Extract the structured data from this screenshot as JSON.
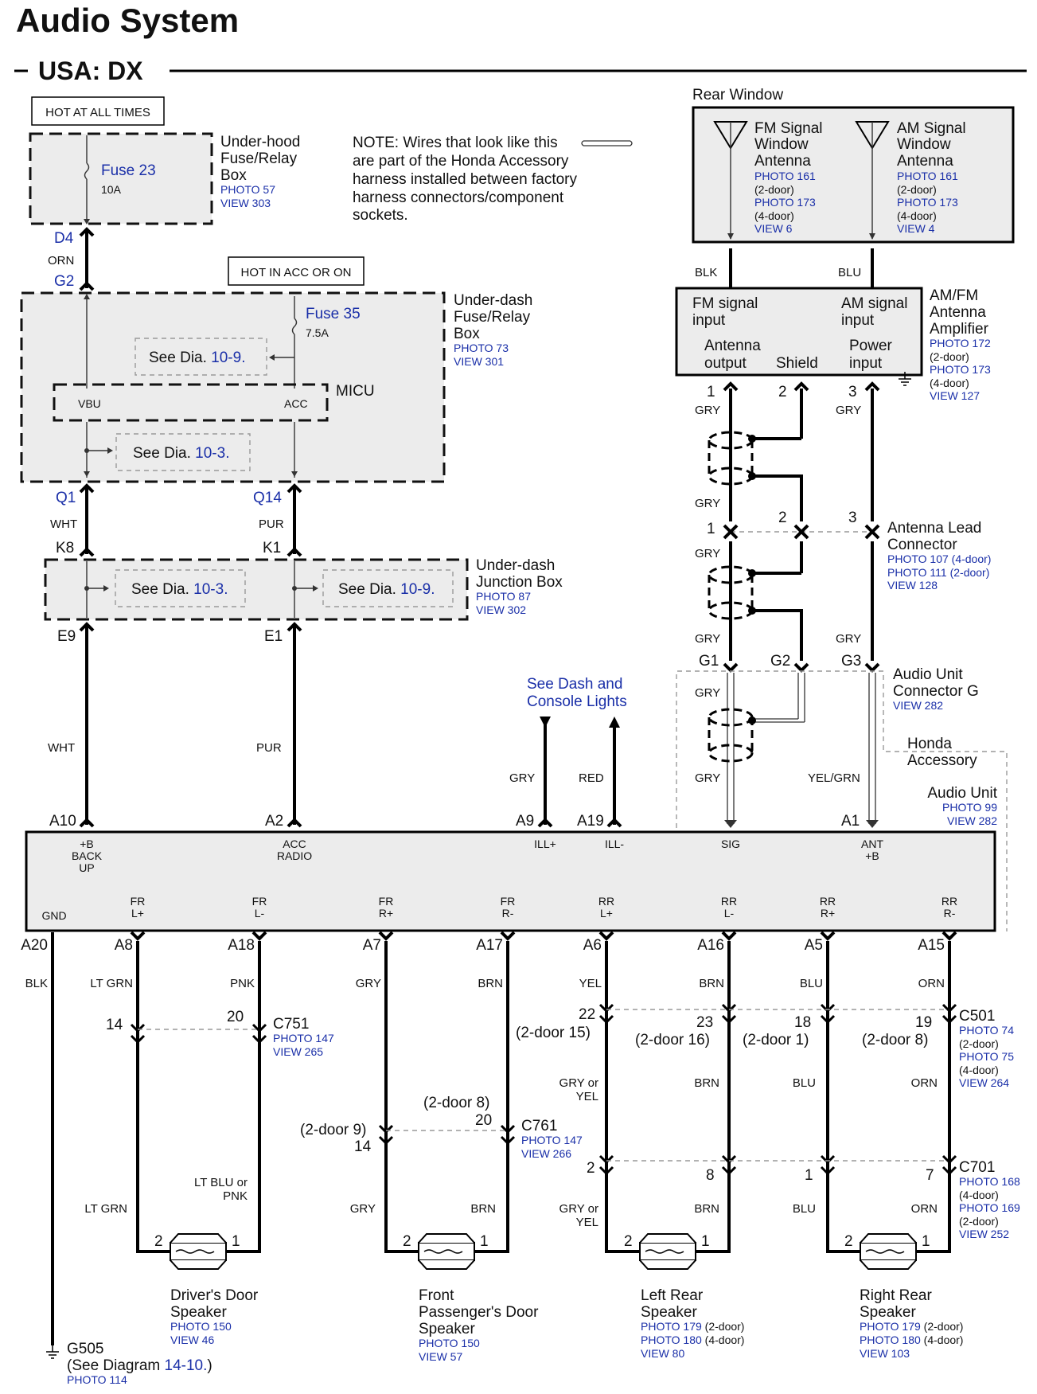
{
  "title": "Audio System",
  "subtitle": "USA: DX",
  "note": {
    "lines": [
      "NOTE: Wires that look like this",
      "are part of the Honda Accessory",
      "harness installed between factory",
      "harness connectors/component",
      "sockets."
    ]
  },
  "hot_labels": {
    "always": "HOT AT ALL TIMES",
    "acc": "HOT IN ACC OR ON"
  },
  "fuse23": {
    "name": "Fuse 23",
    "amp": "10A"
  },
  "fuse35": {
    "name": "Fuse 35",
    "amp": "7.5A"
  },
  "underhood_box": {
    "l1": "Under-hood",
    "l2": "Fuse/Relay",
    "l3": "Box",
    "photo": "PHOTO 57",
    "view": "VIEW 303"
  },
  "underdash_box": {
    "l1": "Under-dash",
    "l2": "Fuse/Relay",
    "l3": "Box",
    "photo": "PHOTO 73",
    "view": "VIEW 301"
  },
  "micu": {
    "label": "MICU",
    "vbu": "VBU",
    "acc": "ACC"
  },
  "see": {
    "see": "See",
    "dia": "Dia.",
    "d109": "10-9.",
    "d103": "10-3."
  },
  "junction_box": {
    "l1": "Under-dash",
    "l2": "Junction Box",
    "photo": "PHOTO 87",
    "view": "VIEW 302"
  },
  "pins": {
    "d4": "D4",
    "g2": "G2",
    "q1": "Q1",
    "q14": "Q14",
    "k8": "K8",
    "k1": "K1",
    "e9": "E9",
    "e1": "E1"
  },
  "colors": {
    "orn": "ORN",
    "wht": "WHT",
    "pur": "PUR",
    "gry": "GRY",
    "red": "RED",
    "blk": "BLK",
    "blu": "BLU",
    "yelgrn": "YEL/GRN"
  },
  "rear_window": {
    "label": "Rear Window",
    "fm": {
      "l1": "FM Signal",
      "l2": "Window",
      "l3": "Antenna",
      "p1": "PHOTO 161",
      "p1n": "(2-door)",
      "p2": "PHOTO 173",
      "p2n": "(4-door)",
      "view": "VIEW 6"
    },
    "am": {
      "l1": "AM Signal",
      "l2": "Window",
      "l3": "Antenna",
      "p1": "PHOTO 161",
      "p1n": "(2-door)",
      "p2": "PHOTO 173",
      "p2n": "(4-door)",
      "view": "VIEW 4"
    }
  },
  "amplifier": {
    "fm1": "FM signal",
    "fm2": "input",
    "am1": "AM signal",
    "am2": "input",
    "ao1": "Antenna",
    "ao2": "output",
    "shield": "Shield",
    "pw1": "Power",
    "pw2": "input",
    "n1": "AM/FM",
    "n2": "Antenna",
    "n3": "Amplifier",
    "p1": "PHOTO 172",
    "p1n": "(2-door)",
    "p2": "PHOTO 173",
    "p2n": "(4-door)",
    "view": "VIEW 127",
    "pin1": "1",
    "pin2": "2",
    "pin3": "3"
  },
  "lead_conn": {
    "l1": "Antenna Lead",
    "l2": "Connector",
    "p1": "PHOTO 107 (4-door)",
    "p2": "PHOTO 111 (2-door)",
    "view": "VIEW 128",
    "pin1": "1",
    "pin2": "2",
    "pin3": "3"
  },
  "conn_g": {
    "l1": "Audio Unit",
    "l2": "Connector G",
    "view": "VIEW 282",
    "g1": "G1",
    "g2": "G2",
    "g3": "G3"
  },
  "honda_acc": {
    "l1": "Honda",
    "l2": "Accessory"
  },
  "dash_lights": {
    "l1": "See Dash and",
    "l2": "Console Lights"
  },
  "audio_unit": {
    "label": "Audio Unit",
    "photo": "PHOTO 99",
    "view": "VIEW 282",
    "pins_top": [
      "A10",
      "A2",
      "A9",
      "A19",
      "A1"
    ],
    "backup": [
      "+B",
      "BACK",
      "UP"
    ],
    "acc_radio": [
      "ACC",
      "RADIO"
    ],
    "ill_p": "ILL+",
    "ill_m": "ILL-",
    "sig": "SIG",
    "ant": [
      "ANT",
      "+B"
    ],
    "gnd": "GND",
    "bottom_terms": [
      [
        "FR",
        "L+"
      ],
      [
        "FR",
        "L-"
      ],
      [
        "FR",
        "R+"
      ],
      [
        "FR",
        "R-"
      ],
      [
        "RR",
        "L+"
      ],
      [
        "RR",
        "L-"
      ],
      [
        "RR",
        "R+"
      ],
      [
        "RR",
        "R-"
      ]
    ],
    "pins_bottom": [
      "A20",
      "A8",
      "A18",
      "A7",
      "A17",
      "A6",
      "A16",
      "A5",
      "A15"
    ]
  },
  "bottom_colors": [
    "BLK",
    "LT GRN",
    "PNK",
    "GRY",
    "BRN",
    "YEL",
    "BRN",
    "BLU",
    "ORN"
  ],
  "c751": {
    "name": "C751",
    "photo": "PHOTO 147",
    "view": "VIEW 265",
    "p14": "14",
    "p20": "20"
  },
  "c761": {
    "name": "C761",
    "photo": "PHOTO 147",
    "view": "VIEW 266",
    "p14": "14",
    "p20": "20",
    "n9": "(2-door 9)",
    "n8": "(2-door 8)"
  },
  "c501": {
    "name": "C501",
    "p1": "PHOTO 74",
    "p1n": "(2-door)",
    "p2": "PHOTO 75",
    "p2n": "(4-door)",
    "view": "VIEW 264",
    "pins": [
      "22",
      "23",
      "18",
      "19"
    ],
    "notes": [
      "(2-door 15)",
      "(2-door 16)",
      "(2-door 1)",
      "(2-door 8)"
    ]
  },
  "c701": {
    "name": "C701",
    "p1": "PHOTO 168",
    "p1n": "(4-door)",
    "p2": "PHOTO 169",
    "p2n": "(2-door)",
    "view": "VIEW 252",
    "pins": [
      "2",
      "8",
      "1",
      "7"
    ]
  },
  "mid_colors": {
    "gry_or": "GRY or",
    "yel": "YEL",
    "brn": "BRN",
    "blu": "BLU",
    "orn": "ORN",
    "ltblu": "LT BLU or",
    "pnk": "PNK",
    "ltgrn": "LT GRN",
    "gry": "GRY"
  },
  "speakers": {
    "driver": {
      "l1": "Driver's Door",
      "l2": "Speaker",
      "photo": "PHOTO 150",
      "view": "VIEW 46"
    },
    "pass": {
      "l1": "Front",
      "l2": "Passenger's Door",
      "l3": "Speaker",
      "photo": "PHOTO 150",
      "view": "VIEW 57"
    },
    "lr": {
      "l1": "Left Rear",
      "l2": "Speaker",
      "p1": "PHOTO 179",
      "p1n": "(2-door)",
      "p2": "PHOTO 180",
      "p2n": "(4-door)",
      "view": "VIEW 80"
    },
    "rr": {
      "l1": "Right Rear",
      "l2": "Speaker",
      "p1": "PHOTO 179",
      "p1n": "(2-door)",
      "p2": "PHOTO 180",
      "p2n": "(4-door)",
      "view": "VIEW 103"
    },
    "pin1": "1",
    "pin2": "2"
  },
  "ground": {
    "name": "G505",
    "see": "(See Diagram ",
    "ref": "14-10.",
    "close": ")",
    "photo": "PHOTO 114"
  }
}
